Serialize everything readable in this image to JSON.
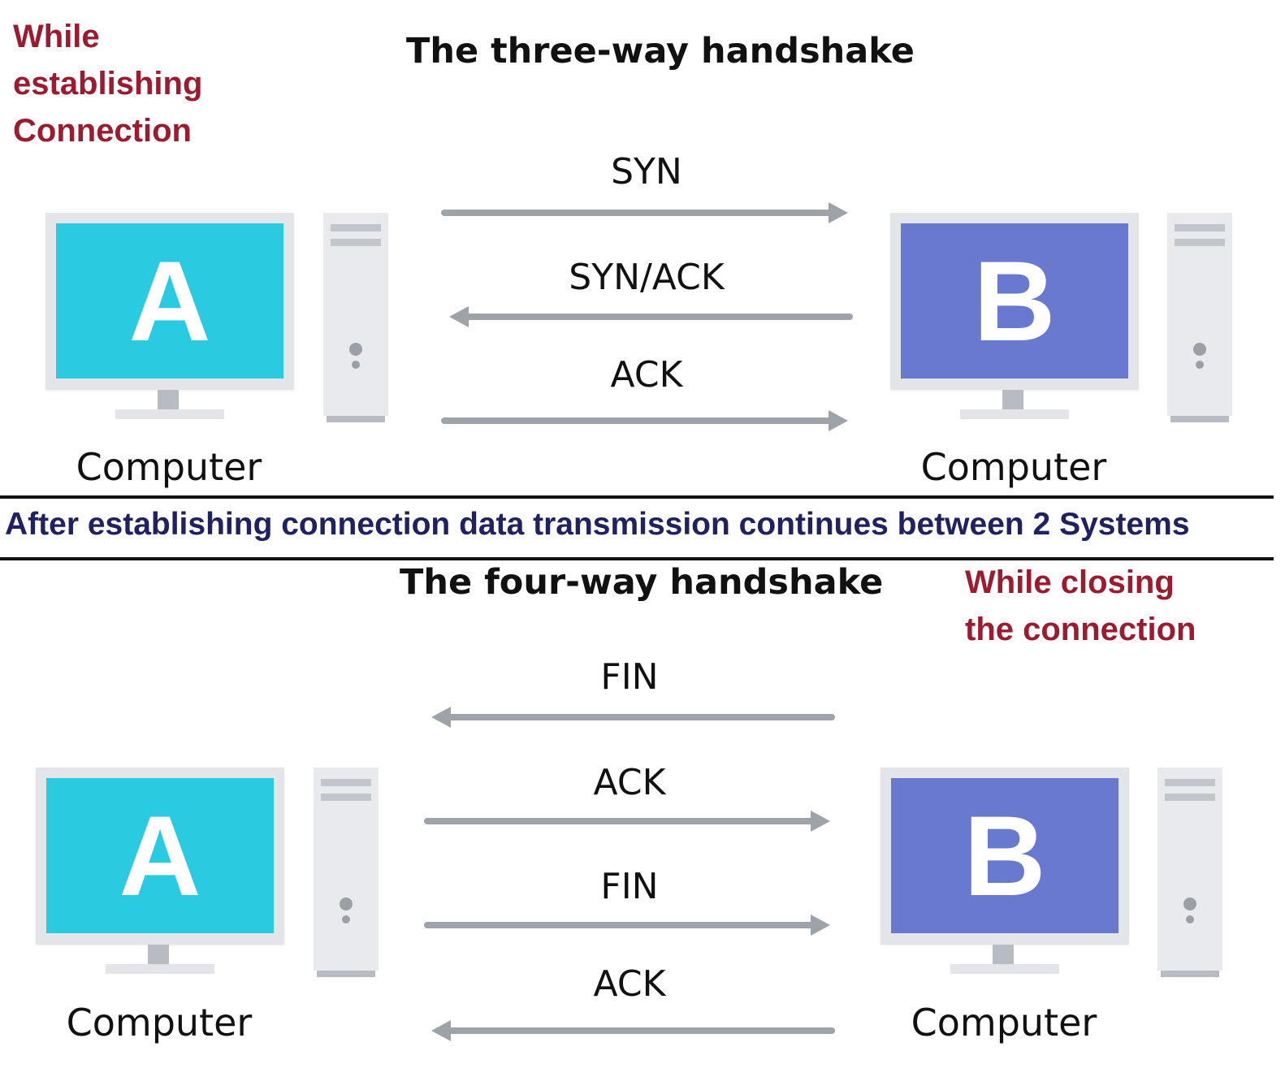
{
  "top": {
    "note": [
      "While",
      "establishing",
      "Connection"
    ],
    "title": "The three-way handshake",
    "messages": [
      {
        "label": "SYN",
        "direction": "A-to-B"
      },
      {
        "label": "SYN/ACK",
        "direction": "B-to-A"
      },
      {
        "label": "ACK",
        "direction": "A-to-B"
      }
    ]
  },
  "banner": "After establishing connection data transmission continues between 2 Systems",
  "bottom": {
    "title": "The four-way handshake",
    "note": [
      "While closing",
      "the connection"
    ],
    "messages": [
      {
        "label": "FIN",
        "direction": "B-to-A"
      },
      {
        "label": "ACK",
        "direction": "A-to-B"
      },
      {
        "label": "FIN",
        "direction": "A-to-B"
      },
      {
        "label": "ACK",
        "direction": "B-to-A"
      }
    ]
  },
  "computers": {
    "a": {
      "letter": "A",
      "caption": "Computer",
      "screen_color": "#2acbe0"
    },
    "b": {
      "letter": "B",
      "caption": "Computer",
      "screen_color": "#6879cf"
    }
  },
  "colors": {
    "arrow": "#9ea3a9",
    "note": "#9b1c31",
    "banner": "#1f2160"
  }
}
